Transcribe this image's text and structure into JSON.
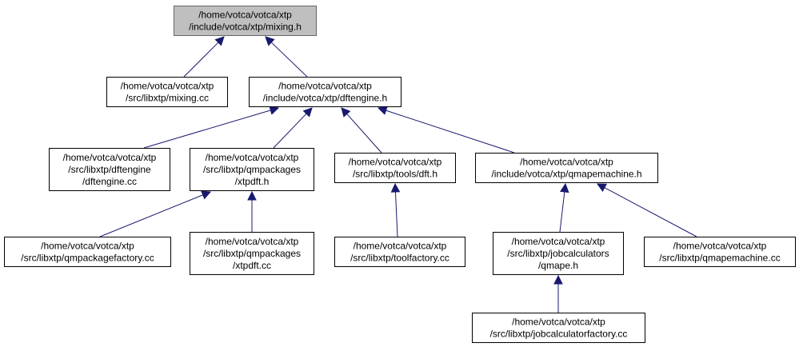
{
  "diagram": {
    "type": "include-dependency-graph",
    "nodes": [
      {
        "id": "mixing_h",
        "lines": [
          "/home/votca/votca/xtp",
          "/include/votca/xtp/mixing.h"
        ],
        "highlight": true
      },
      {
        "id": "mixing_cc",
        "lines": [
          "/home/votca/votca/xtp",
          "/src/libxtp/mixing.cc"
        ]
      },
      {
        "id": "dftengine_h",
        "lines": [
          "/home/votca/votca/xtp",
          "/include/votca/xtp/dftengine.h"
        ]
      },
      {
        "id": "dftengine_cc",
        "lines": [
          "/home/votca/votca/xtp",
          "/src/libxtp/dftengine",
          "/dftengine.cc"
        ]
      },
      {
        "id": "xtpdft_h",
        "lines": [
          "/home/votca/votca/xtp",
          "/src/libxtp/qmpackages",
          "/xtpdft.h"
        ]
      },
      {
        "id": "tools_dft_h",
        "lines": [
          "/home/votca/votca/xtp",
          "/src/libxtp/tools/dft.h"
        ]
      },
      {
        "id": "qmapemachine_h",
        "lines": [
          "/home/votca/votca/xtp",
          "/include/votca/xtp/qmapemachine.h"
        ]
      },
      {
        "id": "qmpackagefactory_cc",
        "lines": [
          "/home/votca/votca/xtp",
          "/src/libxtp/qmpackagefactory.cc"
        ]
      },
      {
        "id": "xtpdft_cc",
        "lines": [
          "/home/votca/votca/xtp",
          "/src/libxtp/qmpackages",
          "/xtpdft.cc"
        ]
      },
      {
        "id": "toolfactory_cc",
        "lines": [
          "/home/votca/votca/xtp",
          "/src/libxtp/toolfactory.cc"
        ]
      },
      {
        "id": "qmape_h",
        "lines": [
          "/home/votca/votca/xtp",
          "/src/libxtp/jobcalculators",
          "/qmape.h"
        ]
      },
      {
        "id": "qmapemachine_cc",
        "lines": [
          "/home/votca/votca/xtp",
          "/src/libxtp/qmapemachine.cc"
        ]
      },
      {
        "id": "jobcalculatorfactory_cc",
        "lines": [
          "/home/votca/votca/xtp",
          "/src/libxtp/jobcalculatorfactory.cc"
        ]
      }
    ],
    "edges": [
      {
        "from": "mixing_cc",
        "to": "mixing_h"
      },
      {
        "from": "dftengine_h",
        "to": "mixing_h"
      },
      {
        "from": "dftengine_cc",
        "to": "dftengine_h"
      },
      {
        "from": "xtpdft_h",
        "to": "dftengine_h"
      },
      {
        "from": "tools_dft_h",
        "to": "dftengine_h"
      },
      {
        "from": "qmapemachine_h",
        "to": "dftengine_h"
      },
      {
        "from": "qmpackagefactory_cc",
        "to": "xtpdft_h"
      },
      {
        "from": "xtpdft_cc",
        "to": "xtpdft_h"
      },
      {
        "from": "toolfactory_cc",
        "to": "tools_dft_h"
      },
      {
        "from": "qmape_h",
        "to": "qmapemachine_h"
      },
      {
        "from": "qmapemachine_cc",
        "to": "qmapemachine_h"
      },
      {
        "from": "jobcalculatorfactory_cc",
        "to": "qmape_h"
      }
    ],
    "colors": {
      "edge": "#191970",
      "root_fill": "#bfbfbf",
      "node_fill": "#ffffff"
    }
  }
}
